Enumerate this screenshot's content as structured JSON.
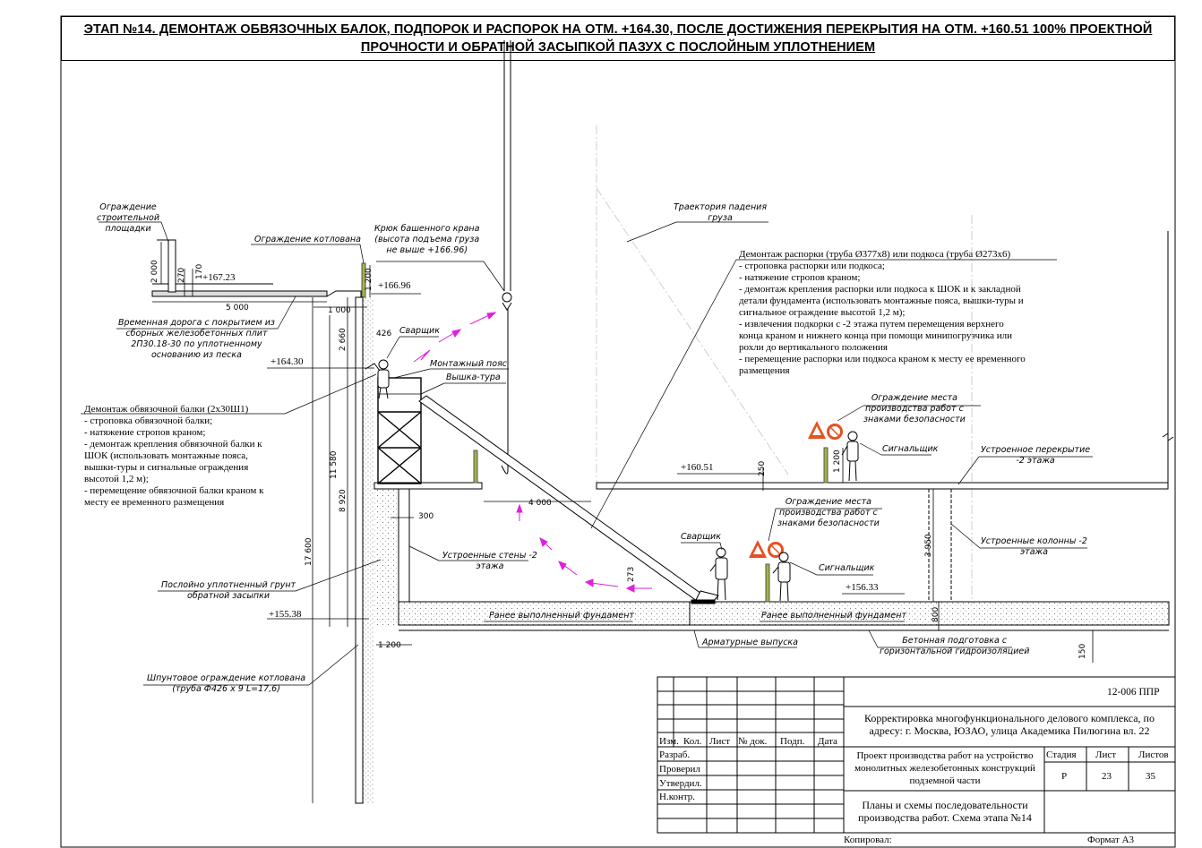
{
  "title": {
    "line1": "ЭТАП №14. ДЕМОНТАЖ ОБВЯЗОЧНЫХ БАЛОК, ПОДПОРОК И РАСПОРОК НА ОТМ. +164.30, ПОСЛЕ ДОСТИЖЕНИЯ ПЕРЕКРЫТИЯ НА ОТМ. +160.51 100% ПРОЕКТНОЙ",
    "line2": "ПРОЧНОСТИ И ОБРАТНОЙ ЗАСЫПКОЙ ПАЗУХ С ПОСЛОЙНЫМ УПЛОТНЕНИЕМ"
  },
  "labels": {
    "site_fence": [
      "Ограждение",
      "строительной",
      "площадки"
    ],
    "pit_fence": "Ограждение котлована",
    "crane_hook": [
      "Крюк башенного крана",
      "(высота подъема груза",
      "не выше  +166.96)"
    ],
    "fall_trajectory": [
      "Траектория падения",
      "груза"
    ],
    "temp_road": [
      "Временная дорога с покрытием из",
      "сборных железобетонных плит",
      "2П30.18-30  по уплотненному",
      "основанию из песка"
    ],
    "welder_top": "Сварщик",
    "mounting_belt": "Монтажный пояс",
    "tower": "Вышка-тура",
    "zone_fence_top": [
      "Ограждение места",
      "производства работ с",
      "знаками безопасности"
    ],
    "signaller_top": "Сигнальщик",
    "slab": [
      "Устроенное перекрытие",
      "-2 этажа"
    ],
    "zone_fence_bottom": [
      "Ограждение места",
      "производства работ с",
      "знаками безопасности"
    ],
    "welder_bottom": "Сварщик",
    "signaller_bottom": "Сигнальщик",
    "walls": [
      "Устроенные стены -2",
      "этажа"
    ],
    "columns": [
      "Устроенные колонны -2",
      "этажа"
    ],
    "backfill": [
      "Послойно уплотненный грунт",
      "обратной засыпки"
    ],
    "foundation_left": "Ранее выполненный фундамент",
    "foundation_right": "Ранее выполненный фундамент",
    "rebar": "Арматурные выпуска",
    "concrete_prep": [
      "Бетонная подготовка с",
      "горизонтальной гидроизоляцией"
    ],
    "sheet_pile": [
      "Шпунтовое ограждение котлована",
      "(труба  Ф426 х  9  L=17,6)"
    ]
  },
  "notes": {
    "strut": [
      "Демонтаж распорки (труба Ø377х8) или подкоса (труба Ø273х6)",
      "- строповка распорки или подкоса;",
      "- натяжение стропов краном;",
      "- демонтаж крепления распорки или подкоса к ШОК и к закладной",
      "детали фундамента (использовать монтажные пояса, вышки-туры и",
      "сигнальное ограждение высотой 1,2 м);",
      "- извлечения подкорки с -2 этажа путем перемещения верхнего",
      "конца краном и нижнего конца при помощи минипогрузчика или",
      "рохли до вертикального положения",
      "- перемещение распорки или подкоса краном  к месту ее временного",
      "размещения"
    ],
    "beam": [
      "Демонтаж обвязочной балки (2х30Ш1)",
      "- строповка обвязочной балки;",
      "- натяжение стропов краном;",
      "- демонтаж крепления обвязочной балки к",
      "ШОК (использовать монтажные пояса,",
      "вышки-туры и сигнальные ограждения",
      "высотой 1,2 м);",
      "- перемещение обвязочной балки краном  к",
      "месту ее временного размещения"
    ]
  },
  "elevations": {
    "e16723": "+167.23",
    "e16696": "+166.96",
    "e16430": "+164.30",
    "e16051": "+160.51",
    "e15633": "+156.33",
    "e15538": "+155.38"
  },
  "dims": {
    "d2000": "2 000",
    "d270": "270",
    "d170": "170",
    "d5000": "5 000",
    "d1000": "1 000",
    "d1200a": "1 200",
    "d426": "426",
    "d2660": "2 660",
    "d11580": "11 580",
    "d8920": "8 920",
    "d17600": "17 600",
    "d300": "300",
    "d4000": "4 000",
    "d273": "273",
    "d250": "250",
    "d1200b": "1 200",
    "d1200c": "1 200",
    "d3950": "3 950",
    "d800": "800",
    "d150": "150"
  },
  "stamp": {
    "code": "12-006 ППР",
    "project": "Корректировка многофункционального делового комплекса, по адресу: г. Москва, ЮЗАО, улица Академика Пилюгина вл. 22",
    "headers": [
      "Изм.",
      "Кол.",
      "Лист",
      "№ док.",
      "Подп.",
      "Дата"
    ],
    "roles": [
      "Разраб.",
      "Проверил",
      "Утвердил.",
      "Н.контр."
    ],
    "doc_title": "Проект производства работ на устройство монолитных железобетонных конструкций подземной части",
    "stage_header": "Стадия",
    "sheet_header": "Лист",
    "sheets_header": "Листов",
    "stage": "Р",
    "sheet": "23",
    "sheets": "35",
    "plan_title": "Планы и схемы последовательности производства работ. Схема этапа №14",
    "copied": "Копировал:",
    "format": "Формат А3"
  },
  "colors": {
    "arrows": "#e020e0",
    "warning": "#e8501e",
    "post": "#8a9a22"
  }
}
